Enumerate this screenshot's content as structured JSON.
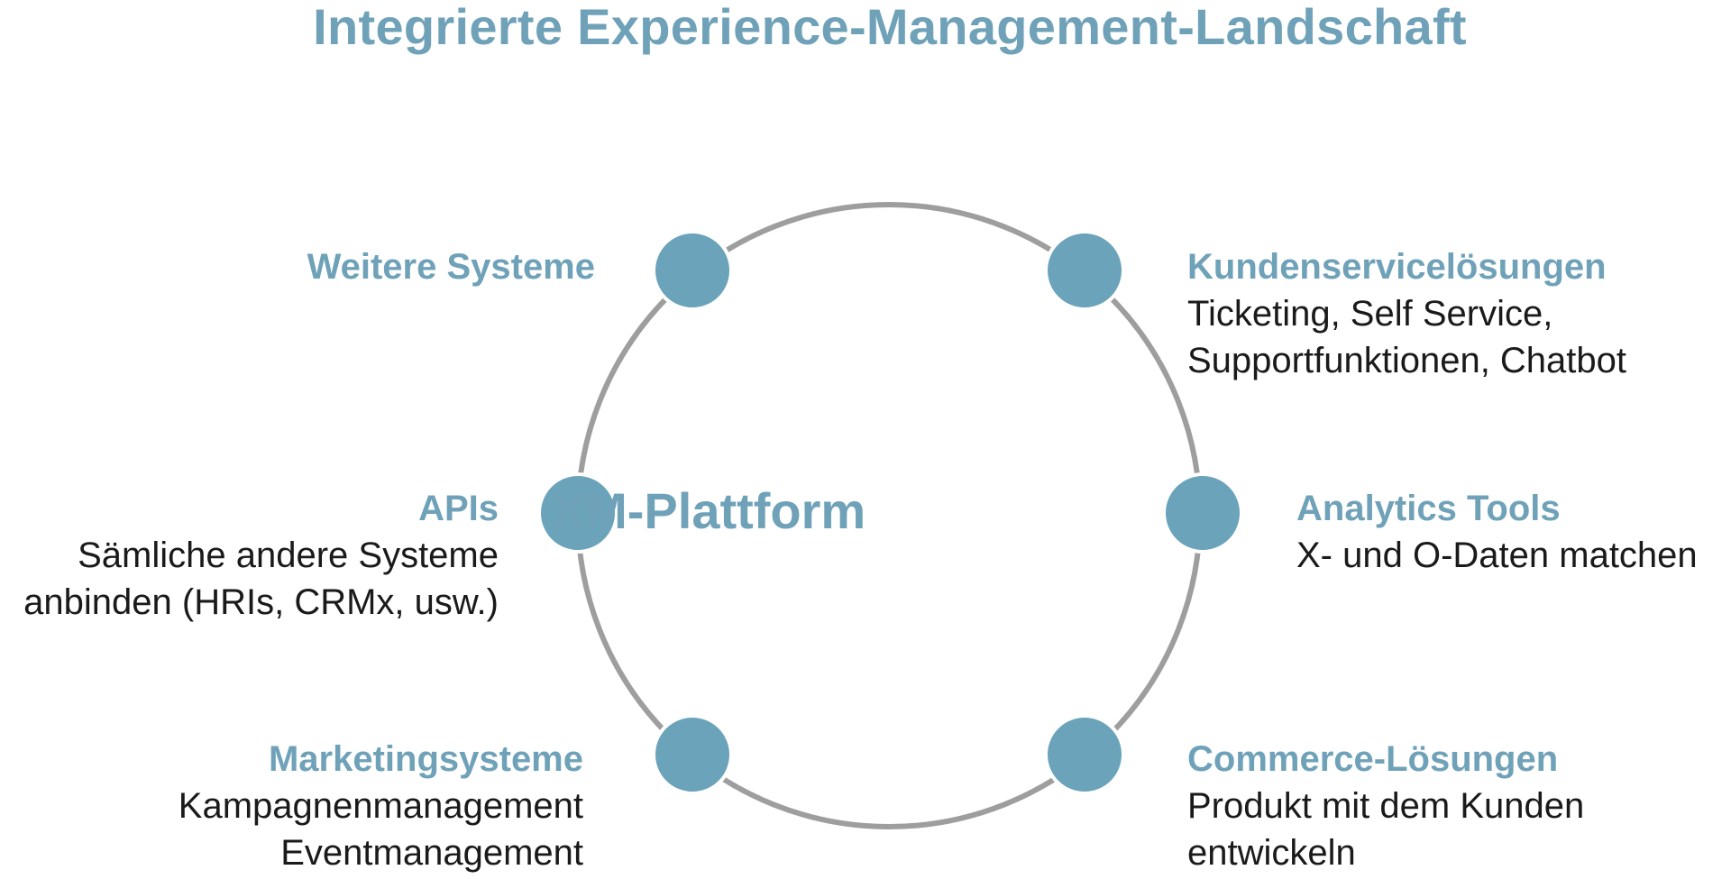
{
  "title": "Integrierte Experience-Management-Landschaft",
  "center": "XM-Plattform",
  "colors": {
    "accent": "#6fa2b8",
    "node_fill": "#6aa3ba",
    "ring": "#9e9e9e",
    "text": "#1a1a1a"
  },
  "nodes": [
    {
      "id": "weitere-systeme",
      "title": "Weitere Systeme",
      "desc": ""
    },
    {
      "id": "kundenservice",
      "title": "Kundenservicelösungen",
      "desc": "Ticketing, Self Service,\nSupportfunktionen, Chatbot"
    },
    {
      "id": "apis",
      "title": "APIs",
      "desc": "Sämliche andere Systeme\nanbinden (HRIs, CRMx, usw.)"
    },
    {
      "id": "analytics",
      "title": "Analytics Tools",
      "desc": "X- und O-Daten matchen"
    },
    {
      "id": "marketing",
      "title": "Marketingsysteme",
      "desc": "Kampagnenmanagement\nEventmanagement"
    },
    {
      "id": "commerce",
      "title": "Commerce-Lösungen",
      "desc": "Produkt mit dem Kunden\nentwickeln"
    }
  ]
}
